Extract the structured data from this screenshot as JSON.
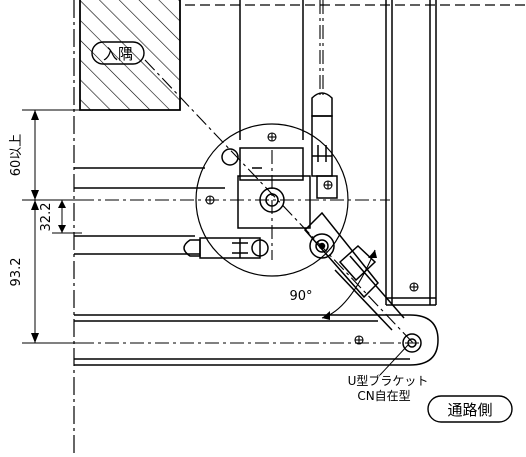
{
  "labels": {
    "inner_corner": "入隅",
    "passage_side": "通路側",
    "bracket_line1": "U型ブラケット",
    "bracket_line2": "CN自在型",
    "angle": "90°"
  },
  "dimensions": {
    "d60": "60以上",
    "d32": "32.2",
    "d93": "93.2"
  }
}
